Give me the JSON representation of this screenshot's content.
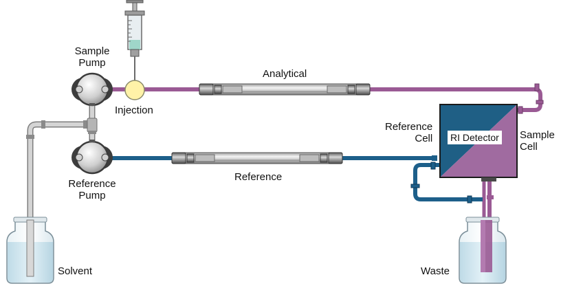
{
  "labels": {
    "sample_pump_line1": "Sample",
    "sample_pump_line2": "Pump",
    "injection": "Injection",
    "analytical": "Analytical",
    "reference_cell_line1": "Reference",
    "reference_cell_line2": "Cell",
    "ri_detector": "RI Detector",
    "sample_cell_line1": "Sample",
    "sample_cell_line2": "Cell",
    "reference": "Reference",
    "reference_pump_line1": "Reference",
    "reference_pump_line2": "Pump",
    "solvent": "Solvent",
    "waste": "Waste"
  },
  "colors": {
    "sample_line": "#9a5a94",
    "reference_line": "#1d5f8a",
    "detector_blue": "#1f5f85",
    "detector_purple": "#a06ba0",
    "solvent_line": "#bfbfbf",
    "injection_valve": "#fff2a8",
    "bottle_liquid": "#cfe6ef"
  },
  "icons": {
    "syringe": "syringe-icon",
    "sample_pump": "pump-icon",
    "reference_pump": "pump-icon",
    "injection_valve": "valve-icon",
    "analytical_column": "column-icon",
    "reference_column": "column-icon",
    "solvent_bottle": "bottle-icon",
    "waste_bottle": "bottle-icon"
  }
}
